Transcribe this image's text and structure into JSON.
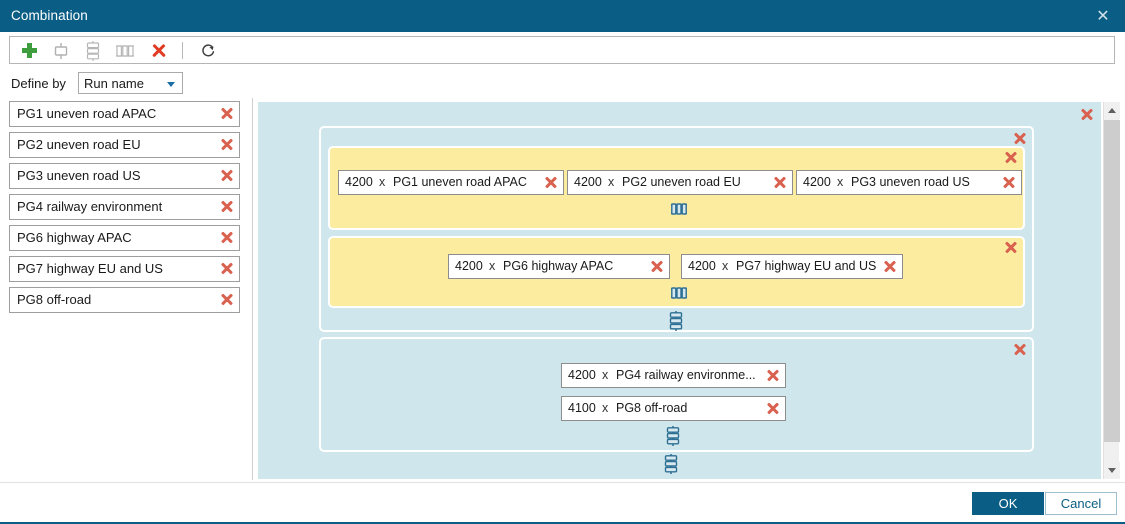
{
  "window": {
    "title": "Combination",
    "close_icon": "close-icon"
  },
  "toolbar": {
    "buttons": [
      {
        "name": "add",
        "icon": "plus-icon",
        "tooltip": "Add"
      },
      {
        "name": "single",
        "icon": "single-element-icon",
        "tooltip": "Single"
      },
      {
        "name": "series",
        "icon": "series-icon",
        "tooltip": "Series"
      },
      {
        "name": "parallel",
        "icon": "parallel-icon",
        "tooltip": "Parallel"
      },
      {
        "name": "delete",
        "icon": "x-red-icon",
        "tooltip": "Delete"
      },
      {
        "name": "refresh",
        "icon": "refresh-icon",
        "tooltip": "Refresh"
      }
    ]
  },
  "define_by": {
    "label": "Define by",
    "value": "Run name",
    "caret_icon": "chevron-down-icon",
    "options": [
      "Run name"
    ]
  },
  "run_list": {
    "items": [
      {
        "label": "PG1 uneven road APAC"
      },
      {
        "label": "PG2 uneven road EU"
      },
      {
        "label": "PG3 uneven road US"
      },
      {
        "label": "PG4 railway environment"
      },
      {
        "label": "PG6 highway APAC"
      },
      {
        "label": "PG7 highway EU and US"
      },
      {
        "label": "PG8 off-road"
      }
    ],
    "remove_icon": "x-remove-icon"
  },
  "canvas": {
    "remove_icon": "x-remove-icon",
    "multiplier_symbol": "x",
    "groups": [
      {
        "name": "group-blue-1",
        "type": "blue",
        "remove_icon": "x-remove-icon",
        "children": [
          {
            "name": "group-yellow-1",
            "type": "yellow",
            "remove_icon": "x-remove-icon",
            "connector": "parallel-icon",
            "runs": [
              {
                "count": "4200",
                "label": "PG1 uneven road APAC"
              },
              {
                "count": "4200",
                "label": "PG2 uneven road EU"
              },
              {
                "count": "4200",
                "label": "PG3 uneven road US"
              }
            ]
          },
          {
            "name": "group-yellow-2",
            "type": "yellow",
            "remove_icon": "x-remove-icon",
            "connector": "parallel-icon",
            "runs": [
              {
                "count": "4200",
                "label": "PG6 highway APAC"
              },
              {
                "count": "4200",
                "label": "PG7 highway EU and US"
              }
            ]
          }
        ],
        "connector": "series-icon"
      },
      {
        "name": "group-blue-2",
        "type": "blue",
        "remove_icon": "x-remove-icon",
        "connector": "series-icon",
        "runs": [
          {
            "count": "4200",
            "label": "PG4 railway environme..."
          },
          {
            "count": "4100",
            "label": "PG8 off-road"
          }
        ]
      }
    ],
    "root_connector": "series-icon"
  },
  "scrollbar": {
    "up_icon": "scroll-up-arrow-icon",
    "down_icon": "scroll-down-arrow-icon"
  },
  "footer": {
    "ok_label": "OK",
    "cancel_label": "Cancel"
  },
  "colors": {
    "title_bar": "#0a5d84",
    "canvas_blue": "#cfe6ec",
    "group_yellow": "#fbeca0",
    "accent_green": "#3e9e3e",
    "accent_red": "#e03b24",
    "remove_red": "#d9614f",
    "connector_blue": "#2e6f94"
  }
}
